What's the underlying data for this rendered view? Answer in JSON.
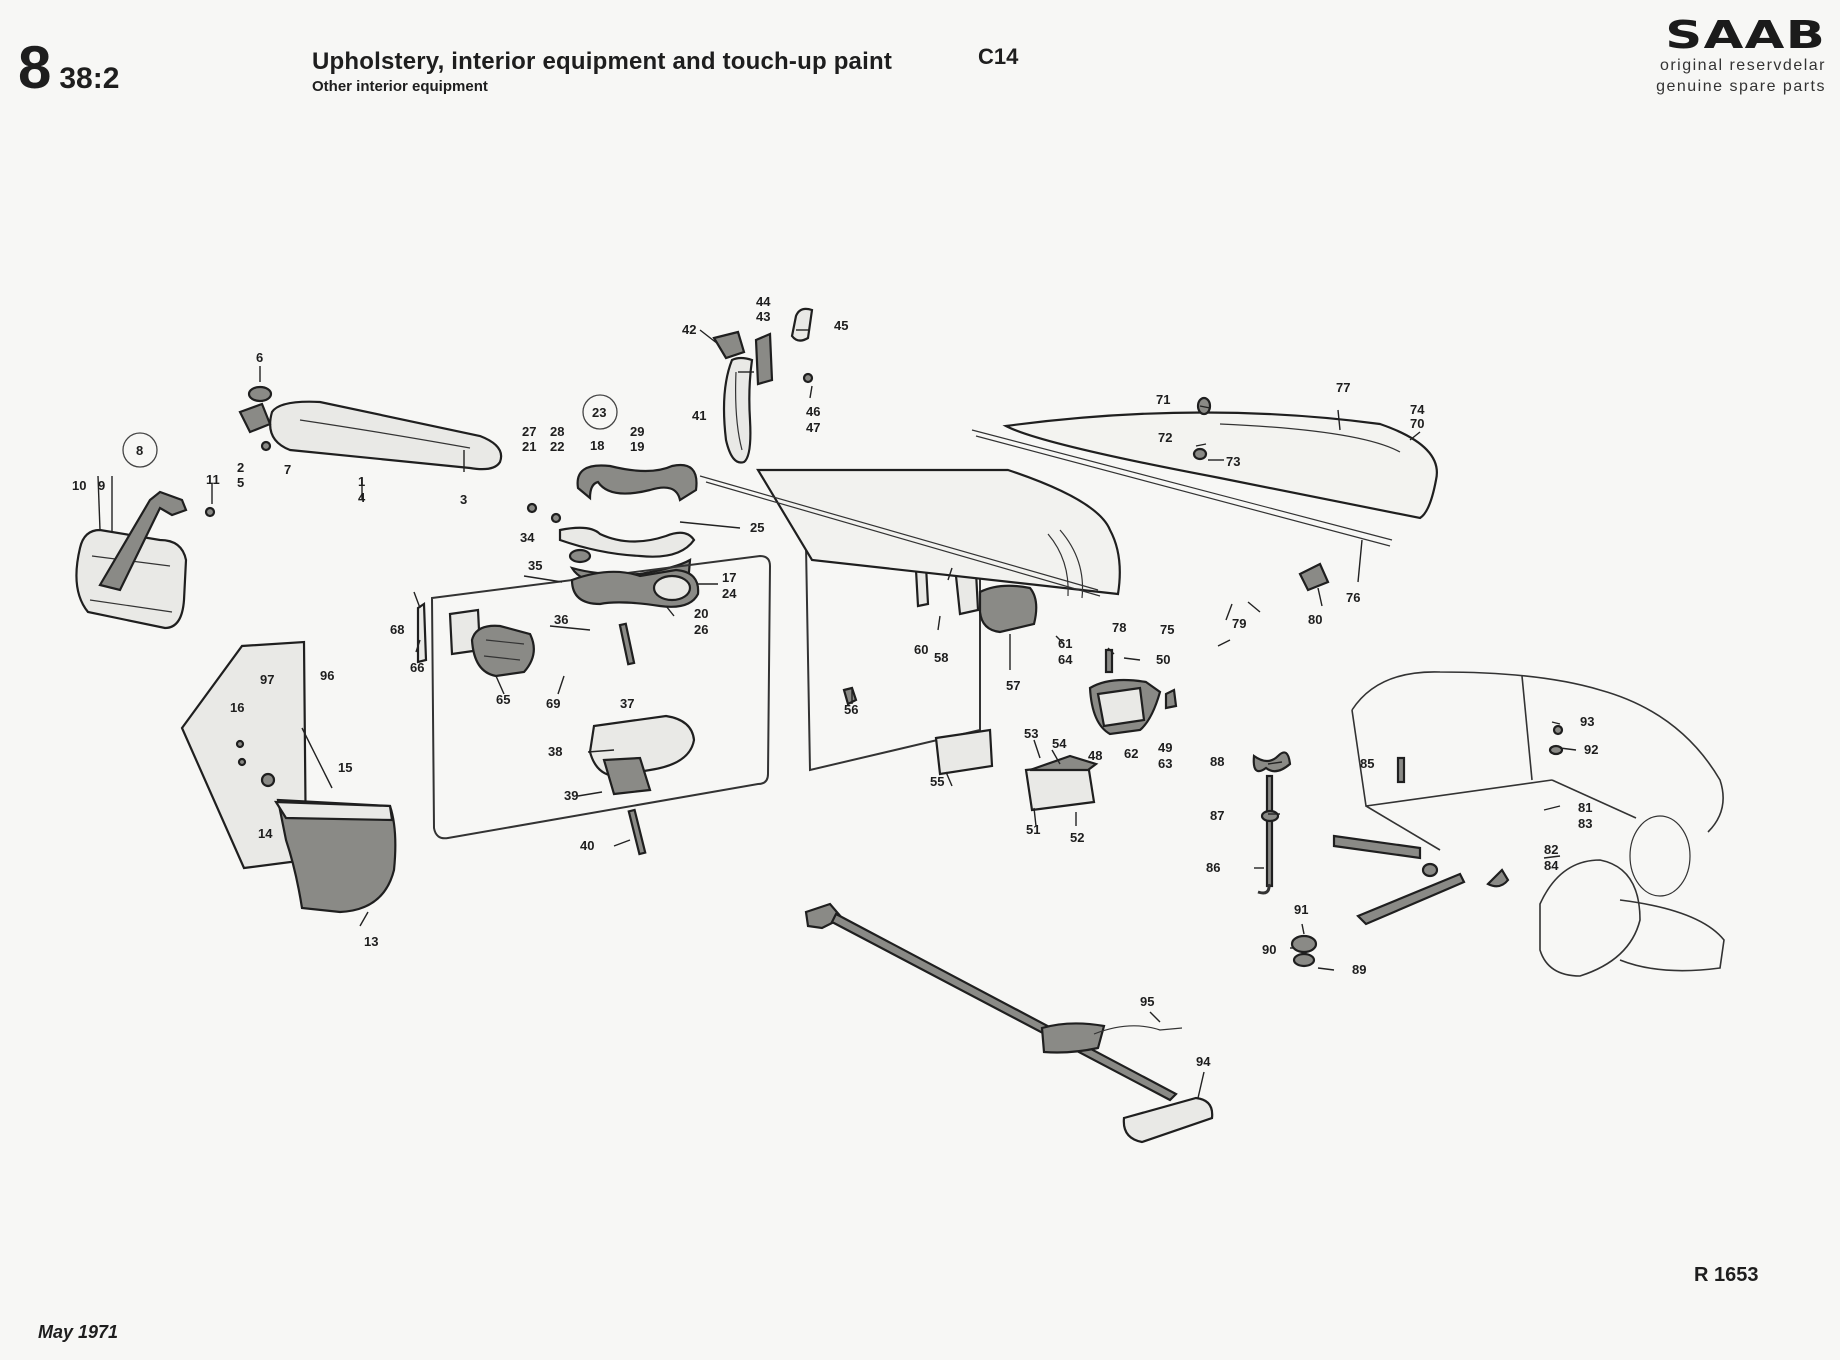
{
  "header": {
    "group_number": "8",
    "page_number": "38:2",
    "title": "Upholstery, interior equipment and touch-up paint",
    "subtitle": "Other interior equipment",
    "code": "C14"
  },
  "brand": {
    "logo_text": "SAAB",
    "line1": "original reservdelar",
    "line2": "genuine spare parts"
  },
  "footer": {
    "date": "May 1971",
    "reference": "R 1653"
  },
  "callouts": {
    "c1": "1",
    "c2": "2",
    "c3": "3",
    "c4": "4",
    "c5": "5",
    "c6": "6",
    "c7": "7",
    "c8": "8",
    "c9": "9",
    "c10": "10",
    "c11": "11",
    "c13": "13",
    "c14": "14",
    "c15": "15",
    "c16": "16",
    "c17": "17",
    "c18": "18",
    "c19": "19",
    "c20": "20",
    "c21": "21",
    "c22": "22",
    "c23": "23",
    "c24": "24",
    "c25": "25",
    "c26": "26",
    "c27": "27",
    "c28": "28",
    "c29": "29",
    "c34": "34",
    "c35": "35",
    "c36": "36",
    "c37": "37",
    "c38": "38",
    "c39": "39",
    "c40": "40",
    "c41": "41",
    "c42": "42",
    "c43": "43",
    "c44": "44",
    "c45": "45",
    "c46": "46",
    "c47": "47",
    "c48": "48",
    "c49": "49",
    "c50": "50",
    "c51": "51",
    "c52": "52",
    "c53": "53",
    "c54": "54",
    "c55": "55",
    "c56": "56",
    "c57": "57",
    "c58": "58",
    "c60": "60",
    "c61": "61",
    "c62": "62",
    "c63": "63",
    "c64": "64",
    "c65": "65",
    "c66": "66",
    "c68": "68",
    "c69": "69",
    "c70": "70",
    "c71": "71",
    "c72": "72",
    "c73": "73",
    "c74": "74",
    "c75": "75",
    "c76": "76",
    "c77": "77",
    "c78": "78",
    "c79": "79",
    "c80": "80",
    "c81": "81",
    "c82": "82",
    "c83": "83",
    "c84": "84",
    "c85": "85",
    "c86": "86",
    "c87": "87",
    "c88": "88",
    "c89": "89",
    "c90": "90",
    "c91": "91",
    "c92": "92",
    "c93": "93",
    "c94": "94",
    "c95": "95",
    "c96": "96",
    "c97": "97"
  }
}
